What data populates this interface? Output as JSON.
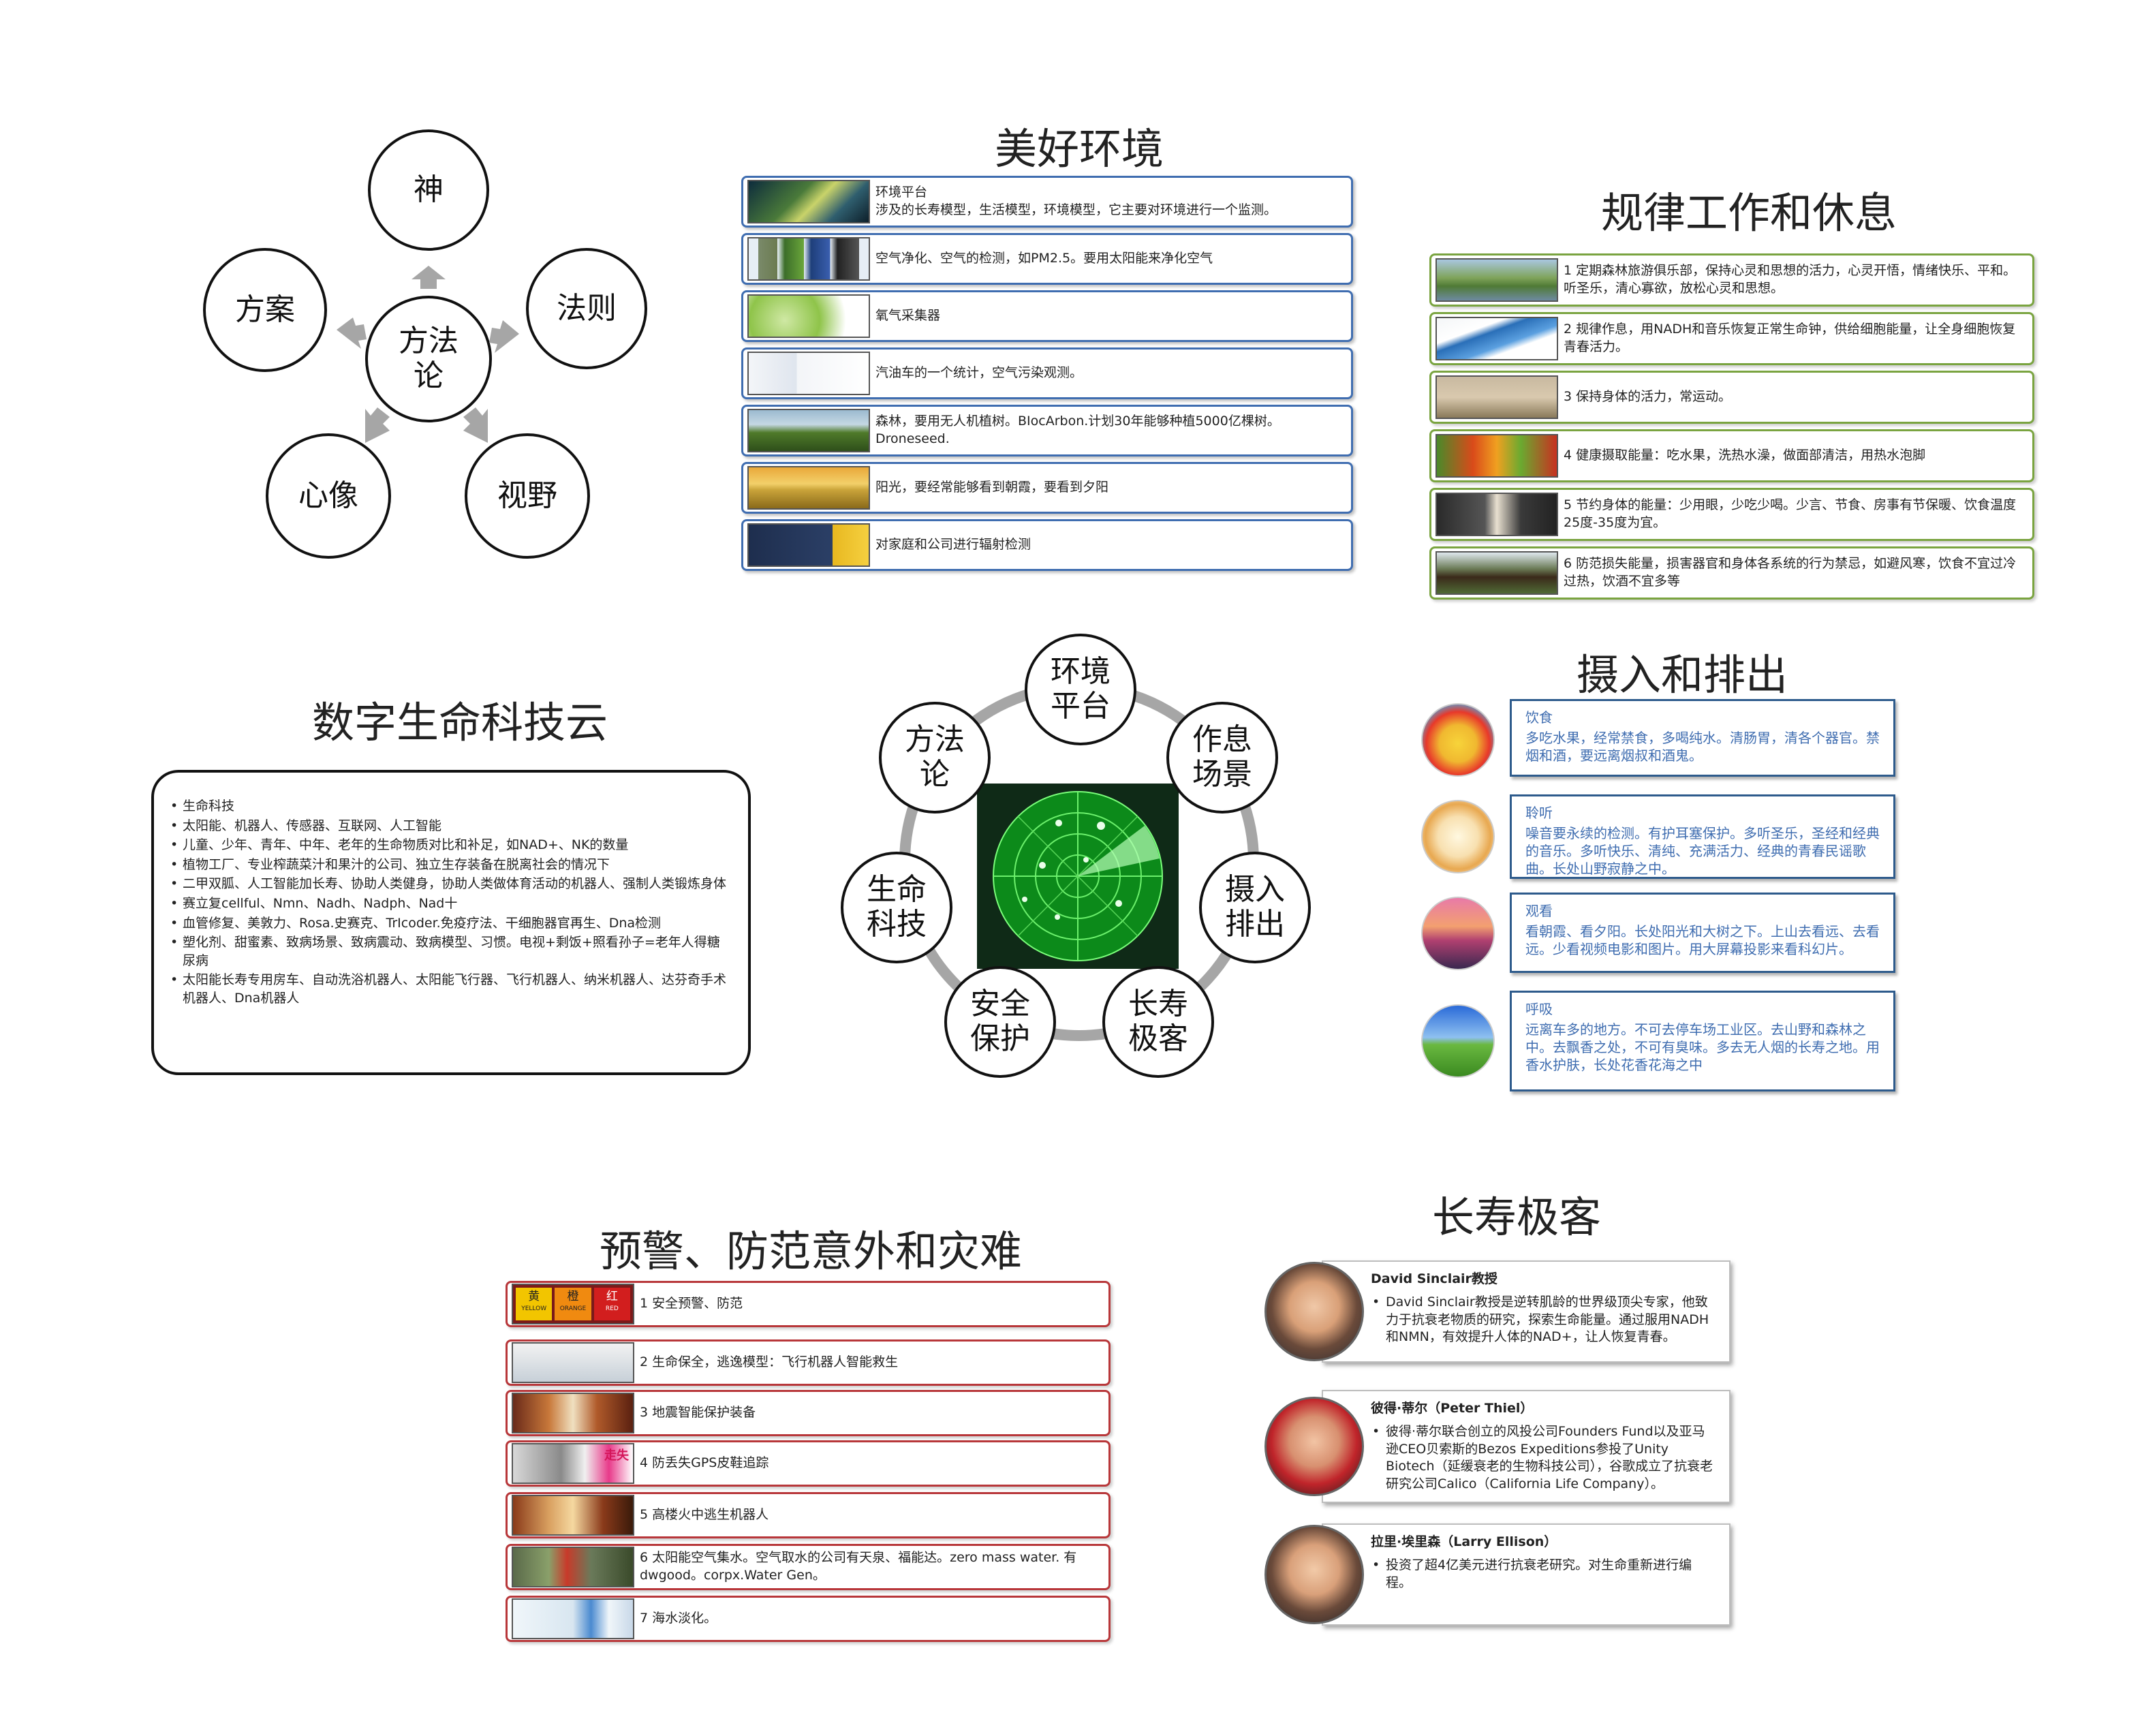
{
  "methodology": {
    "top": "神",
    "right": "法则",
    "bottom_right": "视野",
    "bottom_left": "心像",
    "left": "方案",
    "center": "方法\n论"
  },
  "environment": {
    "title": "美好环境",
    "rows": [
      {
        "text": "环境平台\n涉及的长寿模型，生活模型，环境模型，它主要对环境进行一个监测。"
      },
      {
        "text": "空气净化、空气的检测，如PM2.5。要用太阳能来净化空气"
      },
      {
        "text": "氧气采集器"
      },
      {
        "text": "汽油车的一个统计，空气污染观测。"
      },
      {
        "text": "森林，要用无人机植树。BIocArbon.计划30年能够种植5000亿棵树。Droneseed."
      },
      {
        "text": "阳光，要经常能够看到朝霞，要看到夕阳"
      },
      {
        "text": "对家庭和公司进行辐射检测"
      }
    ]
  },
  "work_rest": {
    "title": "规律工作和休息",
    "rows": [
      {
        "text": "1 定期森林旅游俱乐部，保持心灵和思想的活力，心灵开悟，情绪快乐、平和。听圣乐，清心寡欲，放松心灵和思想。"
      },
      {
        "text": "2 规律作息，用NADH和音乐恢复正常生命钟，供给细胞能量，让全身细胞恢复青春活力。"
      },
      {
        "text": "3 保持身体的活力，常运动。"
      },
      {
        "text": "4  健康摄取能量：吃水果，洗热水澡，做面部清洁，用热水泡脚"
      },
      {
        "text": "5 节约身体的能量：少用眼，少吃少喝。少言、节食、房事有节保暖、饮食温度25度-35度为宜。"
      },
      {
        "text": "6 防范损失能量，损害器官和身体各系统的行为禁忌，如避风寒，饮食不宜过冷过热，饮酒不宜多等"
      }
    ]
  },
  "digital_cloud": {
    "title": "数字生命科技云",
    "items": [
      "生命科技",
      "太阳能、机器人、传感器、互联网、人工智能",
      "儿童、少年、青年、中年、老年的生命物质对比和补足，如NAD+、NK的数量",
      "植物工厂、专业榨蔬菜汁和果汁的公司、独立生存装备在脱离社会的情况下",
      "二甲双胍、人工智能加长寿、协助人类健身，协助人类做体育活动的机器人、强制人类锻炼身体",
      "赛立复cellful、Nmn、Nadh、Nadph、Nad十",
      "血管修复、美敦力、Rosa.史赛克、TrIcoder.免疫疗法、干细胞器官再生、Dna检测",
      "塑化剂、甜蜜素、致病场景、致病震动、致病模型、习惯。电视+剩饭+照看孙子=老年人得糖尿病",
      "太阳能长寿专用房车、自动洗浴机器人、太阳能飞行器、飞行机器人、纳米机器人、达芬奇手术机器人、Dna机器人"
    ]
  },
  "hub": {
    "nodes": [
      {
        "label": "环境\n平台"
      },
      {
        "label": "作息\n场景"
      },
      {
        "label": "摄入\n排出"
      },
      {
        "label": "长寿\n极客"
      },
      {
        "label": "安全\n保护"
      },
      {
        "label": "生命\n科技"
      },
      {
        "label": "方法\n论"
      }
    ]
  },
  "intake": {
    "title": "摄入和排出",
    "rows": [
      {
        "head": "饮食",
        "body": "多吃水果，经常禁食，多喝纯水。清肠胃，清各个器官。禁烟和酒，要远离烟叔和酒鬼。"
      },
      {
        "head": "聆听",
        "body": "噪音要永续的检测。有护耳塞保护。多听圣乐，圣经和经典的音乐。多听快乐、清纯、充满活力、经典的青春民谣歌曲。长处山野寂静之中。"
      },
      {
        "head": "观看",
        "body": "看朝霞、看夕阳。长处阳光和大树之下。上山去看远、去看远。少看视频电影和图片。用大屏幕投影来看科幻片。"
      },
      {
        "head": "呼吸",
        "body": "远离车多的地方。不可去停车场工业区。去山野和森林之中。去飘香之处，不可有臭味。多去无人烟的长寿之地。用香水护肤，长处花香花海之中"
      }
    ]
  },
  "safety": {
    "title": "预警、防范意外和灾难",
    "rows": [
      {
        "text": "1 安全预警、防范"
      },
      {
        "text": "2 生命保全，逃逸模型：飞行机器人智能救生"
      },
      {
        "text": "3 地震智能保护装备"
      },
      {
        "text": "4 防丢失GPS皮鞋追踪"
      },
      {
        "text": "5 高楼火中逃生机器人"
      },
      {
        "text": "6 太阳能空气集水。空气取水的公司有天泉、福能达。zero  mass water. 有dwgood。corpx.Water Gen。"
      },
      {
        "text": "7 海水淡化。"
      }
    ],
    "alert_labels": [
      "黄",
      "橙",
      "红"
    ],
    "alert_sub": [
      "YELLOW",
      "ORANGE",
      "RED"
    ],
    "thumb4_label": "走失"
  },
  "geeks": {
    "title": "长寿极客",
    "people": [
      {
        "name": "David Sinclair教授",
        "desc": "David Sinclair教授是逆转肌龄的世界级顶尖专家，他致力于抗衰老物质的研究，探索生命能量。通过服用NADH和NMN，有效提升人体的NAD+，让人恢复青春。"
      },
      {
        "name": "彼得·蒂尔（Peter Thiel）",
        "desc": "彼得·蒂尔联合创立的风投公司Founders  Fund以及亚马逊CEO贝索斯的Bezos  Expeditions参投了Unity  Biotech（延缓衰老的生物科技公司），谷歌成立了抗衰老研究公司Calico（California  Life  Company）。"
      },
      {
        "name": "拉里·埃里森（Larry Ellison）",
        "desc": "投资了超4亿美元进行抗衰老研究。对生命重新进行编程。"
      }
    ]
  },
  "colors": {
    "blue_border": "#3f6db0",
    "green_border": "#7aa440",
    "red_border": "#b8373a",
    "hub_ring": "#a6a6a6",
    "radar_green": "#1fbf2a",
    "arrow_gray": "#a6a6a6"
  }
}
